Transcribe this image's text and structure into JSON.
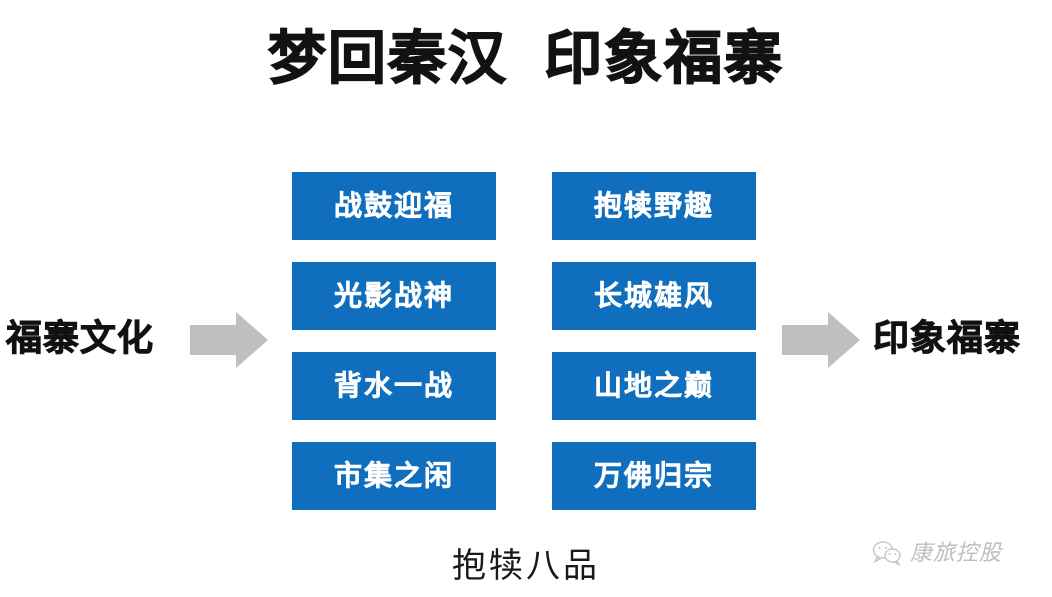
{
  "slide": {
    "title": "梦回秦汉  印象福寨",
    "background_color": "#ffffff",
    "caption": "抱犊八品"
  },
  "flow": {
    "input_label": "福寨文化",
    "output_label": "印象福寨",
    "arrow_color": "#bfbfbf",
    "arrow_left_name": "arrow-right-icon",
    "arrow_right_name": "arrow-right-icon"
  },
  "boxes": {
    "accent_color": "#0f6fbe",
    "text_color": "#ffffff",
    "left_column": [
      {
        "label": "战鼓迎福"
      },
      {
        "label": "光影战神"
      },
      {
        "label": "背水一战"
      },
      {
        "label": "市集之闲"
      }
    ],
    "right_column": [
      {
        "label": "抱犊野趣"
      },
      {
        "label": "长城雄风"
      },
      {
        "label": "山地之巅"
      },
      {
        "label": "万佛归宗"
      }
    ]
  },
  "watermark": {
    "text": "康旅控股",
    "icon": "wechat-icon",
    "color": "#8a8a8a"
  }
}
